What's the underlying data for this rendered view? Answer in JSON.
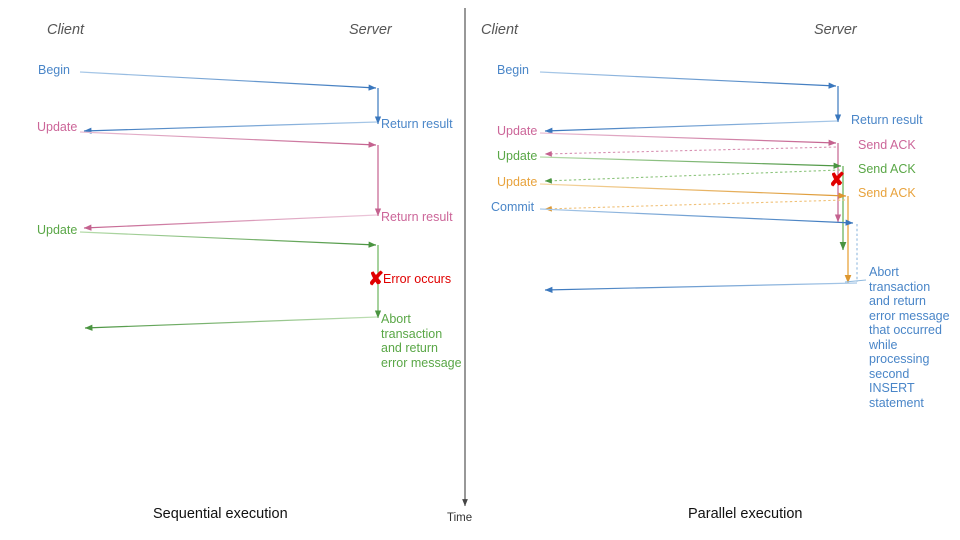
{
  "figure": {
    "title": "Sequential vs parallel transaction execution sequence diagram",
    "divider_label": "",
    "time_axis": {
      "label": "Time"
    }
  },
  "colors": {
    "blue": "#4a86c8",
    "blue_dark": "#3a77bd",
    "pink": "#cc6699",
    "green": "#5aa747",
    "green_dark": "#4a9440",
    "orange": "#e8a33d",
    "red": "#e00000",
    "gray": "#555555",
    "black": "#111111",
    "divider": "#444444"
  },
  "panels": [
    {
      "id": "sequential",
      "caption": "Sequential execution",
      "actors": {
        "client": "Client",
        "server": "Server"
      },
      "client_messages": [
        {
          "id": "seq-begin",
          "label": "Begin",
          "color": "blue"
        },
        {
          "id": "seq-update-1",
          "label": "Update",
          "color": "pink"
        },
        {
          "id": "seq-update-2",
          "label": "Update",
          "color": "green"
        }
      ],
      "server_messages": [
        {
          "id": "seq-return-1",
          "label": "Return result",
          "color": "blue"
        },
        {
          "id": "seq-return-2",
          "label": "Return result",
          "color": "pink"
        },
        {
          "id": "seq-error",
          "label": "Error occurs",
          "color": "red",
          "marker": "x-mark"
        },
        {
          "id": "seq-abort",
          "label": "Abort transaction and return error message",
          "color": "green"
        }
      ]
    },
    {
      "id": "parallel",
      "caption": "Parallel execution",
      "actors": {
        "client": "Client",
        "server": "Server"
      },
      "client_messages": [
        {
          "id": "par-begin",
          "label": "Begin",
          "color": "blue"
        },
        {
          "id": "par-update-1",
          "label": "Update",
          "color": "pink"
        },
        {
          "id": "par-update-2",
          "label": "Update",
          "color": "green"
        },
        {
          "id": "par-update-3",
          "label": "Update",
          "color": "orange"
        },
        {
          "id": "par-commit",
          "label": "Commit",
          "color": "blue"
        }
      ],
      "server_messages": [
        {
          "id": "par-return",
          "label": "Return result",
          "color": "blue"
        },
        {
          "id": "par-ack-1",
          "label": "Send ACK",
          "color": "pink"
        },
        {
          "id": "par-ack-2",
          "label": "Send ACK",
          "color": "green"
        },
        {
          "id": "par-ack-3",
          "label": "Send ACK",
          "color": "orange"
        },
        {
          "id": "par-error",
          "label": "",
          "color": "red",
          "marker": "x-mark"
        },
        {
          "id": "par-abort",
          "label": "Abort transaction and return error message that occurred while processing second INSERT statement",
          "color": "blue"
        }
      ]
    }
  ]
}
